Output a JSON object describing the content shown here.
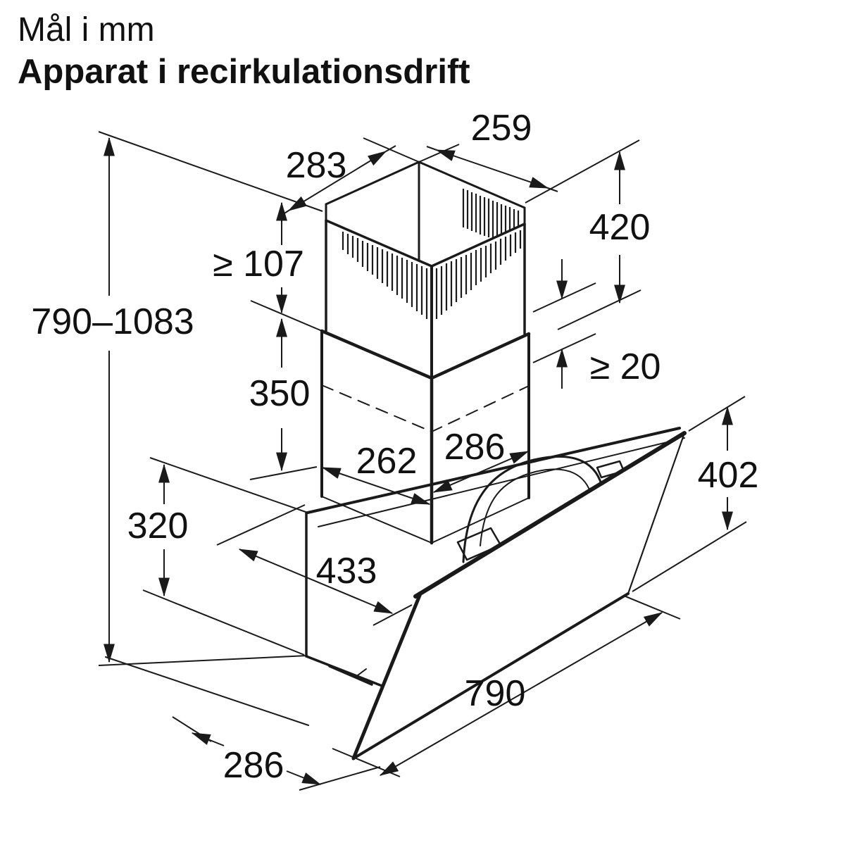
{
  "title": {
    "line1": "Mål i mm",
    "line2": "Apparat i recirkulationsdrift"
  },
  "units": "mm",
  "dims": {
    "overall_height": "790–1083",
    "chimney_top_width": "283",
    "chimney_top_depth": "259",
    "chimney_upper_height": "420",
    "min_clearance_top": "≥ 107",
    "chimney_lower_height": "350",
    "min_overlap": "≥ 20",
    "chimney_lower_depth": "286",
    "chimney_lower_width": "262",
    "glass_panel_height": "402",
    "body_height": "320",
    "body_depth_top": "433",
    "glass_panel_width": "790",
    "body_depth_bottom": "286"
  }
}
